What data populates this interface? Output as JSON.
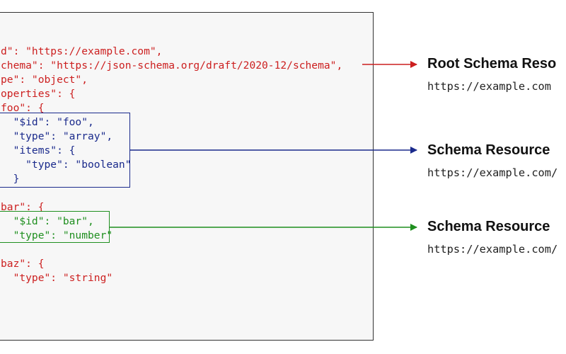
{
  "code": {
    "lines": [
      "d\": \"https://example.com\",",
      "chema\": \"https://json-schema.org/draft/2020-12/schema\",",
      "pe\": \"object\",",
      "operties\": {",
      "foo\": {",
      "  \"$id\": \"foo\",",
      "  \"type\": \"array\",",
      "  \"items\": {",
      "    \"type\": \"boolean\"",
      "  }",
      "",
      "bar\": {",
      "  \"$id\": \"bar\",",
      "  \"type\": \"number\"",
      "",
      "baz\": {",
      "  \"type\": \"string\""
    ],
    "line_colors": [
      "#cc1f1f",
      "#cc1f1f",
      "#cc1f1f",
      "#cc1f1f",
      "#cc1f1f",
      "#1a2a8c",
      "#1a2a8c",
      "#1a2a8c",
      "#1a2a8c",
      "#1a2a8c",
      "#cc1f1f",
      "#cc1f1f",
      "#1f8f1f",
      "#1f8f1f",
      "#cc1f1f",
      "#cc1f1f",
      "#cc1f1f"
    ]
  },
  "resources": [
    {
      "title": "Root Schema Reso",
      "uri": "https://example.com",
      "color": "#cc1f1f"
    },
    {
      "title": "Schema Resource",
      "uri": "https://example.com/",
      "color": "#1a2a8c"
    },
    {
      "title": "Schema Resource",
      "uri": "https://example.com/",
      "color": "#1f8f1f"
    }
  ]
}
